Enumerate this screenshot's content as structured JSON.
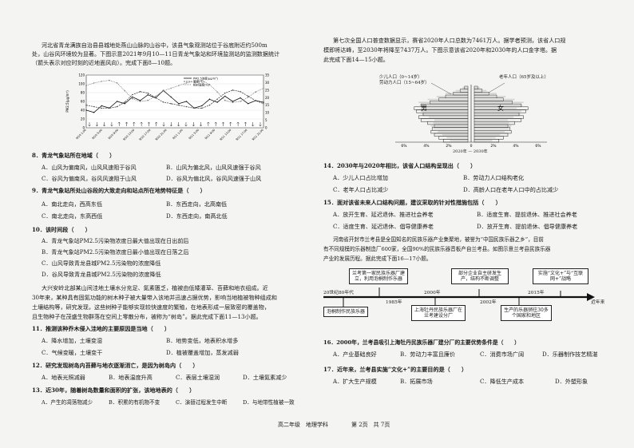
{
  "intro_8_10": [
    "河北省青龙满族自治县县城地处燕山山脉的山谷中，该县气象观测站位于谷底附近约500m",
    "处，山谷风环境较为显著。下图示意2021年9月10—11日青龙气象站和环境监测站的监测数据统计",
    "（箭头表示对应时刻的近地面风向）。完成下面8—10题。"
  ],
  "chart1": {
    "legend": [
      "PM2.5浓度(μg/m³)",
      "温度(℃)",
      "相对湿度(%)"
    ],
    "ylabel": "PM2.5(μg/m³)",
    "yticks": [
      "120",
      "100",
      "80",
      "60",
      "40",
      "20",
      "0"
    ],
    "xticks": [
      "9/10 1:00",
      "9/10 5:00",
      "9/10 9:00",
      "9/10 13:00",
      "9/10 17:00",
      "9/10 21:00",
      "9/11 1:00",
      "9/11 5:00",
      "9/11 9:00",
      "9/11 13:00",
      "9/11 17:00",
      "9/11 21:00"
    ],
    "y2ticks": [
      "35",
      "30",
      "25",
      "20",
      "15",
      "10",
      "5",
      "0"
    ]
  },
  "chart_data": {
    "type": "line",
    "x": [
      "9/10 1:00",
      "9/10 3:00",
      "9/10 5:00",
      "9/10 7:00",
      "9/10 9:00",
      "9/10 11:00",
      "9/10 13:00",
      "9/10 15:00",
      "9/10 17:00",
      "9/10 19:00",
      "9/10 21:00",
      "9/10 23:00",
      "9/11 1:00",
      "9/11 3:00",
      "9/11 5:00",
      "9/11 7:00",
      "9/11 9:00",
      "9/11 11:00",
      "9/11 13:00",
      "9/11 15:00",
      "9/11 17:00",
      "9/11 19:00",
      "9/11 21:00",
      "9/11 23:00"
    ],
    "series": [
      {
        "name": "PM2.5浓度(μg/m³)",
        "values": [
          40,
          35,
          50,
          45,
          60,
          55,
          70,
          62,
          75,
          68,
          85,
          70,
          55,
          60,
          45,
          50,
          65,
          58,
          72,
          60,
          68,
          55,
          62,
          58
        ]
      },
      {
        "name": "温度(℃)",
        "values": [
          15,
          14,
          13,
          13,
          14,
          17,
          22,
          24,
          23,
          20,
          17,
          16,
          15,
          14,
          13,
          13,
          15,
          19,
          23,
          25,
          24,
          21,
          18,
          16
        ]
      },
      {
        "name": "相对湿度(%)",
        "values": [
          80,
          85,
          88,
          90,
          85,
          70,
          55,
          50,
          52,
          60,
          70,
          75,
          80,
          85,
          88,
          90,
          82,
          68,
          52,
          48,
          50,
          58,
          68,
          75
        ]
      }
    ],
    "ylim": [
      0,
      120
    ]
  },
  "q8": {
    "stem": "8．青龙气象站所在地域（　　）",
    "A": "A．山风为偏南风，山风风速阻于谷风",
    "B": "B．山风为偏北风，山风风速强于谷风",
    "C": "C．谷风为偏南风，谷风风速阻于山风",
    "D": "D．谷风为偏北风，谷风风速强于山风"
  },
  "q9": {
    "stem": "9．青龙气象站所处山谷段的大致走向和站点所在地势特征是（　　）",
    "A": "A．南北走向，西高东低",
    "B": "B．东西走向，北高南低",
    "C": "C．南北走向，东高西低",
    "D": "D．东西走向，南高北低"
  },
  "q10": {
    "stem": "10．该时间段（　　）",
    "A": "A．青龙气象站PM2.5污染物浓度日最大值出现在日出前后",
    "B": "B．青龙气象站PM2.5污染物浓度日最小值出现在日落之后",
    "C": "C．山风导致青龙县城PM2.5污染物的浓度降低",
    "D": "D．谷风导致青龙县城PM2.5污染物的浓度降低"
  },
  "intro_11_13": [
    "大兴安岭北部某山间洼地土壤水分充足、氮素匮乏，植被由低矮灌草、苔藓和地衣组成。近",
    "30年来，某种具有固氮功能的树木种子被大量带入该地并迅速占据优势，影响当地植被物种组成和",
    "土壤结构等，研究发现，这些树种子能够实现较快速度的繁殖，在地表形成一层致密的覆盖物，",
    "且生物种子在茂盛生物群落在空间上零散分布，被称为“树岛”。据此完成下面11—13小题。"
  ],
  "q11": {
    "stem": "11．推测该种乔木侵入洼地的主要原因是当地（　　）",
    "A": "A．降水增加，土壤变湿",
    "B": "B．地势变低，地表积水增多",
    "C": "C．气候变暖，土壤变干",
    "D": "D．植被覆盖增加，蒸发减弱"
  },
  "q12": {
    "stem": "12．研究发现树岛内苔藓与地衣逐渐消亡，是因为树岛内（　　）",
    "A": "A．地表光照减弱",
    "B": "B．地表温度升高",
    "C": "C．表层土壤湿润",
    "D": "D．土壤氮素减少"
  },
  "q13": {
    "stem": "13．近30年，随着树岛数量和面积的扩张，该地地表的（　　）",
    "A": "A．产生的凋落物减少",
    "B": "B．积累的有机物不变",
    "C": "C．演替过程发生中断",
    "D": "D．与地带性植被一致"
  },
  "intro_14_15": [
    "第七次全国人口普查数据显示，赛省2020年人口总数为7461万人。据学者预测，该省人口规",
    "模即将达峰，至2030年将降至7437万人。下图示意该省2020年和2030年的人口金字塔。据",
    "此完成下面14—15小题。"
  ],
  "pyramid": {
    "label_child": "少儿人口（0~14岁）",
    "label_labor": "劳动力人口（15~64岁）",
    "label_old": "老年人口（65岁及以上）",
    "male": "男",
    "female": "女",
    "legend": "2020年 — 2030年",
    "xticks": [
      "6%",
      "4%",
      "2%",
      "0",
      "2%",
      "4%",
      "6%"
    ]
  },
  "q14": {
    "stem": "14．2030年与2020年相比，该省人口结构呈现出（　　）",
    "A": "A．少儿人口占比增加",
    "B": "B．劳动力人口结构老化",
    "C": "C．老年人口占比减少",
    "D": "D．高龄人口在老年人口中的占比减少"
  },
  "q15": {
    "stem": "15．面对该省未来人口结构问题，建议采取的针对性措施包括（　　）",
    "A": "A．放开生育、延迟退休、推进社会养老",
    "B": "B．适度生育、提前退休、推进社会养老",
    "C": "C．适度生育、延迟退休、倡导健康养老",
    "D": "D．放开生育、提前退休、倡导健康养老"
  },
  "intro_16_17": [
    "河南省开封市兰考县是全国知名的民族乐器产业集聚地，被誉为“中国民族乐器之乡”，目前",
    "有不同规模的乐器制造厂600家，全国90%的民族乐器音板产自兰考县。如图示意兰考县民族乐器",
    "产业的发展历程。据此完成下面16—17小题。"
  ],
  "timeline": {
    "y20s": "20世纪80年代",
    "y1985": "1985年",
    "y2000": "2000年",
    "y2002": "2002年",
    "y2015": "2015年",
    "recent": "近年来",
    "box1": "兰考第一家民族乐器厂建立，利用泡桐制作乐器",
    "box2": "部分企业自主研发生产，结构不断调整",
    "box3": "实施“文化+”与“互联网+”战略",
    "box4": "泡桐制作民族乐器",
    "box5": "上海牡丹民族乐器厂在兰考建设分厂",
    "box6": "生产的乐器销往30多个国家和地区"
  },
  "q16": {
    "stem": "16．2000年，兰考县吸引上海牡丹民族乐器厂建分厂的主要优势条件是（　　）",
    "A": "A．产业基础良好",
    "B": "B．劳动力丰富且廉价",
    "C": "C．消费市场广阔",
    "D": "D．乐器制作技艺精湛"
  },
  "q17": {
    "stem": "17．近年来，兰考县实施“文化+”的主要目的是（　　）",
    "A": "A．扩大生产规模",
    "B": "B．拓展市场",
    "C": "C．降低生产成本",
    "D": "D．外塑形象"
  },
  "footer": {
    "grade": "高二年级　地理学科",
    "page": "第 2页　共 7页"
  }
}
